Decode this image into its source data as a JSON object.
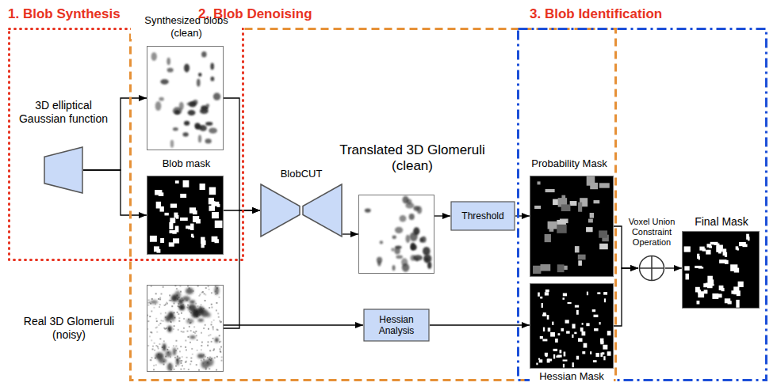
{
  "diagram": {
    "nodes": [
      {
        "text": [
          "1. Blob Synthesis"
        ]
      },
      {
        "text": [
          "2. Blob Denoising"
        ]
      },
      {
        "text": [
          "3. Blob Identification"
        ]
      },
      {
        "text": [
          "3D elliptical Gaussian function"
        ],
        "in": 0
      },
      {
        "text": [
          "Synthesized blobs (clean)"
        ],
        "in": 0
      },
      {
        "text": [
          "Blob mask"
        ],
        "in": 0
      },
      {
        "text": [
          "BlobCUT"
        ],
        "in": 1
      },
      {
        "text": [
          "Translated 3D Glomeruli (clean)"
        ],
        "in": 1
      },
      {
        "text": [
          "Threshold"
        ],
        "in": 1
      },
      {
        "text": [
          "Real 3D Glomeruli (noisy)"
        ],
        "in": 1
      },
      {
        "text": [
          "Hessian Analysis"
        ],
        "in": 1
      },
      {
        "text": [
          "Probability Mask"
        ],
        "in": 2
      },
      {
        "text": [
          "Hessian Mask"
        ],
        "in": 2
      },
      {
        "text": [
          "Voxel Union Constraint Operation"
        ],
        "in": 2
      },
      {
        "text": [
          "Final Mask"
        ],
        "in": 2
      }
    ],
    "edges": [
      {
        "from": 3,
        "to": 4,
        "arrow": "to"
      },
      {
        "from": 3,
        "to": 5,
        "arrow": "to"
      },
      {
        "from": 4,
        "to": 6,
        "arrow": "to"
      },
      {
        "from": 5,
        "to": 6,
        "arrow": "to"
      },
      {
        "from": 9,
        "to": 6,
        "arrow": "to"
      },
      {
        "from": 9,
        "to": 10,
        "arrow": "to"
      },
      {
        "from": 6,
        "to": 7,
        "arrow": "to"
      },
      {
        "from": 7,
        "to": 8,
        "arrow": "to"
      },
      {
        "from": 8,
        "to": 11,
        "arrow": "to"
      },
      {
        "from": 10,
        "to": 12,
        "arrow": "to"
      },
      {
        "from": 11,
        "to": 13,
        "arrow": "to"
      },
      {
        "from": 12,
        "to": 13,
        "arrow": "to"
      },
      {
        "from": 13,
        "to": 14,
        "arrow": "to"
      }
    ]
  }
}
